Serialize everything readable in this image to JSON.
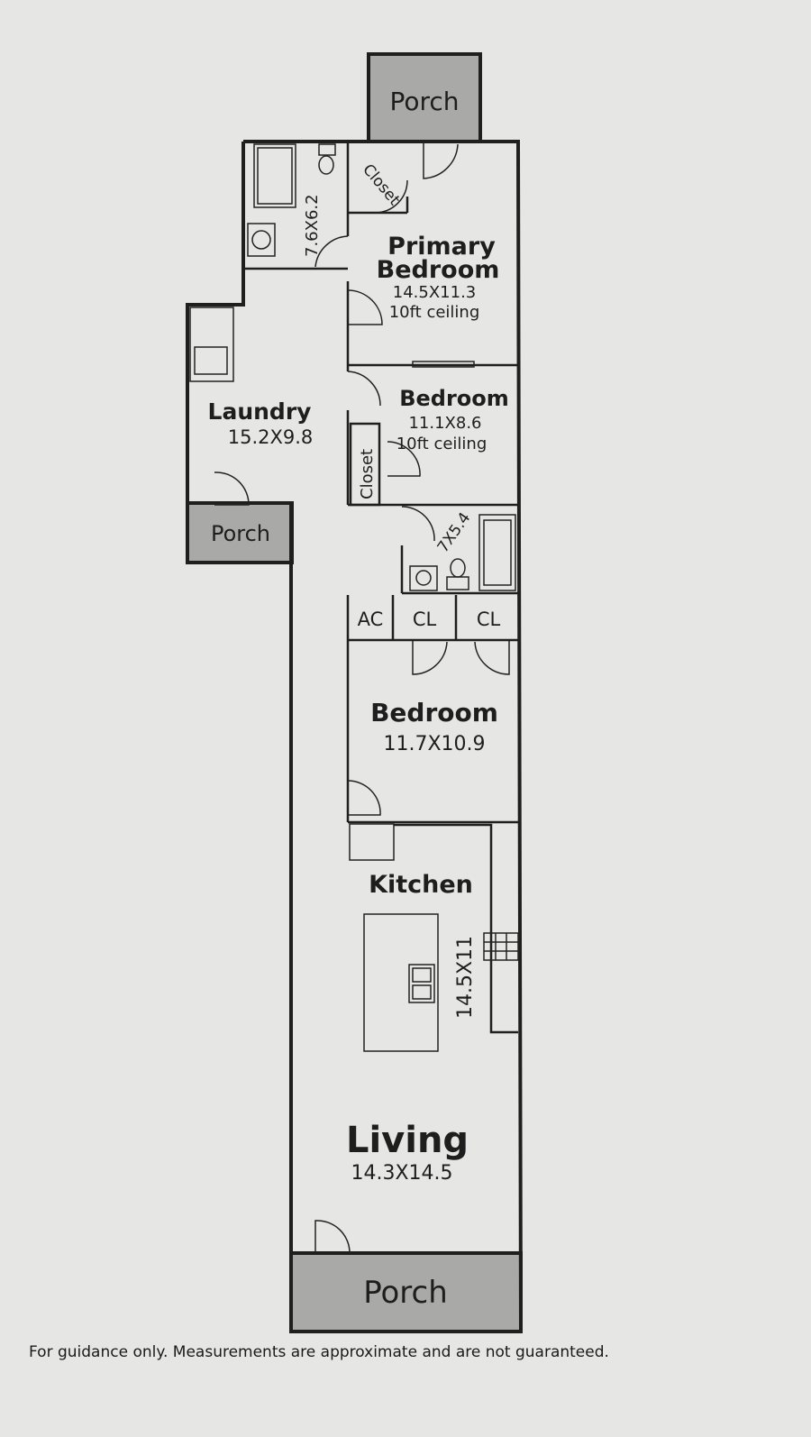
{
  "rooms": {
    "porch_top": "Porch",
    "closet_primary": "Closet",
    "bath1_dim": "7.6X6.2",
    "primary_name_1": "Primary",
    "primary_name_2": "Bedroom",
    "primary_dim": "14.5X11.3",
    "primary_ceiling": "10ft ceiling",
    "laundry_name": "Laundry",
    "laundry_dim": "15.2X9.8",
    "bedroom2_name": "Bedroom",
    "bedroom2_dim": "11.1X8.6",
    "bedroom2_ceiling": "10ft ceiling",
    "closet_bedroom2": "Closet",
    "porch_left": "Porch",
    "bath2_dim": "7X5.4",
    "ac": "AC",
    "cl1": "CL",
    "cl2": "CL",
    "bedroom3_name": "Bedroom",
    "bedroom3_dim": "11.7X10.9",
    "kitchen_name": "Kitchen",
    "kitchen_dim": "14.5X11",
    "living_name": "Living",
    "living_dim": "14.3X14.5",
    "porch_bottom": "Porch"
  },
  "footer": {
    "disclaimer": "For guidance only. Measurements are approximate and are not guaranteed."
  }
}
